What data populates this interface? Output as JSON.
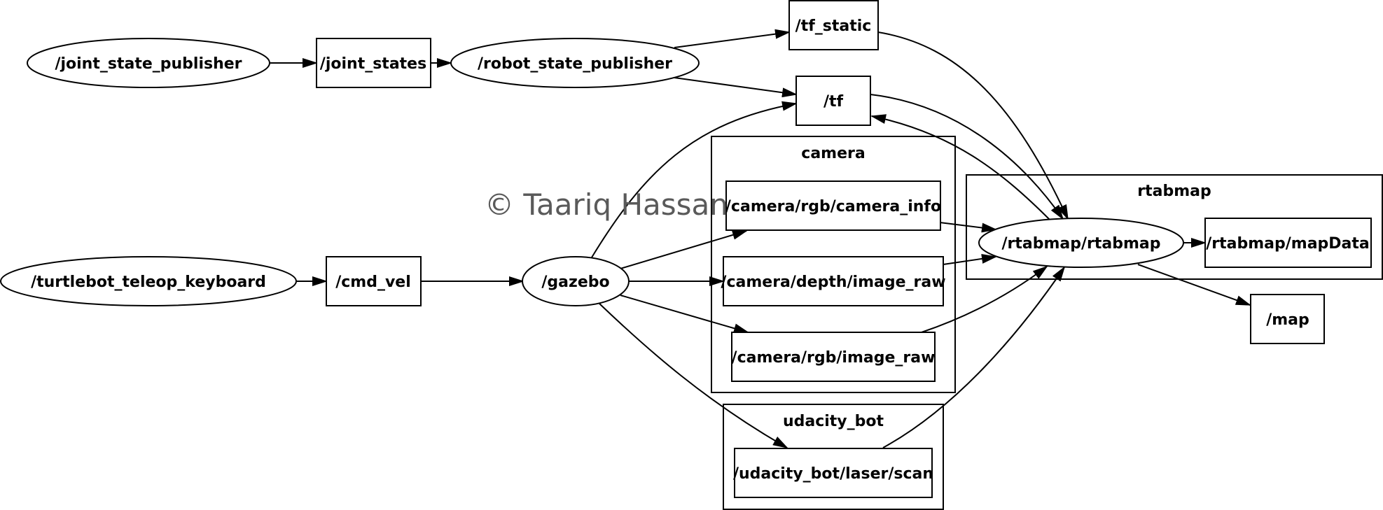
{
  "watermark": "© Taariq Hassan",
  "clusters": {
    "camera": "camera",
    "rtabmap": "rtabmap",
    "udacity_bot": "udacity_bot"
  },
  "nodes": {
    "joint_state_publisher": "/joint_state_publisher",
    "joint_states": "/joint_states",
    "robot_state_publisher": "/robot_state_publisher",
    "tf_static": "/tf_static",
    "tf": "/tf",
    "turtlebot_teleop_keyboard": "/turtlebot_teleop_keyboard",
    "cmd_vel": "/cmd_vel",
    "gazebo": "/gazebo",
    "camera_info": "/camera/rgb/camera_info",
    "depth_image_raw": "/camera/depth/image_raw",
    "rgb_image_raw": "/camera/rgb/image_raw",
    "rtabmap": "/rtabmap/rtabmap",
    "mapData": "/rtabmap/mapData",
    "map": "/map",
    "laser_scan": "/udacity_bot/laser/scan"
  },
  "edges": [
    {
      "from": "/joint_state_publisher",
      "to": "/joint_states"
    },
    {
      "from": "/joint_states",
      "to": "/robot_state_publisher"
    },
    {
      "from": "/robot_state_publisher",
      "to": "/tf_static"
    },
    {
      "from": "/robot_state_publisher",
      "to": "/tf"
    },
    {
      "from": "/turtlebot_teleop_keyboard",
      "to": "/cmd_vel"
    },
    {
      "from": "/cmd_vel",
      "to": "/gazebo"
    },
    {
      "from": "/gazebo",
      "to": "/tf"
    },
    {
      "from": "/gazebo",
      "to": "/camera/rgb/camera_info"
    },
    {
      "from": "/gazebo",
      "to": "/camera/depth/image_raw"
    },
    {
      "from": "/gazebo",
      "to": "/camera/rgb/image_raw"
    },
    {
      "from": "/gazebo",
      "to": "/udacity_bot/laser/scan"
    },
    {
      "from": "/tf_static",
      "to": "/rtabmap/rtabmap"
    },
    {
      "from": "/tf",
      "to": "/rtabmap/rtabmap"
    },
    {
      "from": "/rtabmap/rtabmap",
      "to": "/tf"
    },
    {
      "from": "/camera/rgb/camera_info",
      "to": "/rtabmap/rtabmap"
    },
    {
      "from": "/camera/depth/image_raw",
      "to": "/rtabmap/rtabmap"
    },
    {
      "from": "/camera/rgb/image_raw",
      "to": "/rtabmap/rtabmap"
    },
    {
      "from": "/udacity_bot/laser/scan",
      "to": "/rtabmap/rtabmap"
    },
    {
      "from": "/rtabmap/rtabmap",
      "to": "/rtabmap/mapData"
    },
    {
      "from": "/rtabmap/rtabmap",
      "to": "/map"
    }
  ]
}
